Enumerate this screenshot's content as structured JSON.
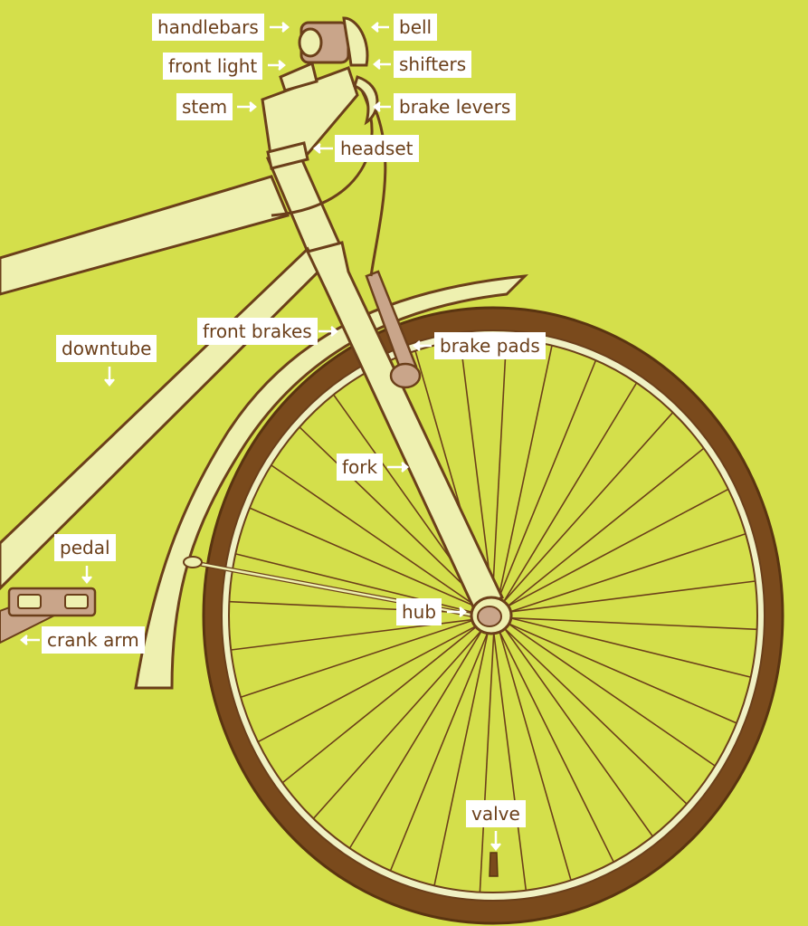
{
  "labels": {
    "handlebars": "handlebars",
    "bell": "bell",
    "front_light": "front light",
    "shifters": "shifters",
    "stem": "stem",
    "brake_levers": "brake levers",
    "headset": "headset",
    "front_brakes": "front brakes",
    "downtube": "downtube",
    "brake_pads": "brake pads",
    "fork": "fork",
    "pedal": "pedal",
    "hub": "hub",
    "crank_arm": "crank arm",
    "valve": "valve"
  },
  "colors": {
    "background": "#d4df4b",
    "frame": "#eef0b0",
    "outline": "#6b3f1a",
    "tire": "#7a4a1c",
    "rim": "#f0f1c4",
    "label_bg": "#ffffff",
    "label_text": "#6b3f1a",
    "arrow": "#ffffff",
    "brake_pad": "#c9a58a"
  },
  "wheel": {
    "spoke_count": 36
  }
}
